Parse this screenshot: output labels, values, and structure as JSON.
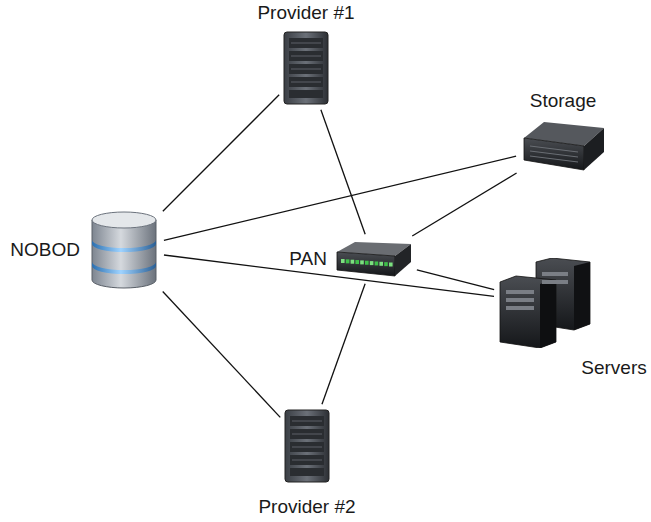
{
  "diagram": {
    "nodes": [
      {
        "text": [
          "Provider #1"
        ]
      },
      {
        "text": [
          "Storage"
        ]
      },
      {
        "text": [
          "NOBOD"
        ]
      },
      {
        "text": [
          "PAN"
        ]
      },
      {
        "text": [
          "Servers"
        ]
      },
      {
        "text": [
          "Provider #2"
        ]
      }
    ],
    "edges": [
      {
        "from": 2,
        "to": 0,
        "arrow": "none"
      },
      {
        "from": 0,
        "to": 3,
        "arrow": "none"
      },
      {
        "from": 2,
        "to": 1,
        "arrow": "none"
      },
      {
        "from": 3,
        "to": 1,
        "arrow": "none"
      },
      {
        "from": 2,
        "to": 4,
        "arrow": "none"
      },
      {
        "from": 3,
        "to": 4,
        "arrow": "none"
      },
      {
        "from": 2,
        "to": 5,
        "arrow": "none"
      },
      {
        "from": 5,
        "to": 3,
        "arrow": "none"
      }
    ]
  }
}
